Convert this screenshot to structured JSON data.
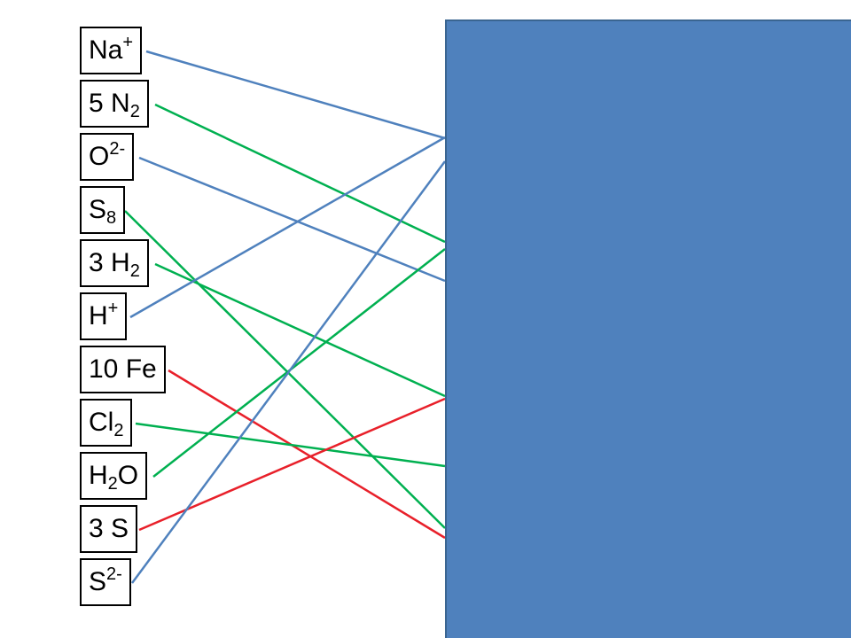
{
  "colors": {
    "blue": "#4f81bd",
    "green": "#00b050",
    "red": "#e8202a",
    "cover_fill": "#4f81bd"
  },
  "terms": [
    {
      "id": "na",
      "parts": [
        {
          "t": "Na"
        },
        {
          "t": "+",
          "s": "sup"
        }
      ]
    },
    {
      "id": "n2",
      "parts": [
        {
          "t": "5 N"
        },
        {
          "t": "2",
          "s": "sub"
        }
      ]
    },
    {
      "id": "o2",
      "parts": [
        {
          "t": "O"
        },
        {
          "t": "2-",
          "s": "sup"
        }
      ]
    },
    {
      "id": "s8",
      "parts": [
        {
          "t": "S"
        },
        {
          "t": "8",
          "s": "sub"
        }
      ]
    },
    {
      "id": "h2",
      "parts": [
        {
          "t": "3 H"
        },
        {
          "t": "2",
          "s": "sub"
        }
      ]
    },
    {
      "id": "h",
      "parts": [
        {
          "t": "H"
        },
        {
          "t": "+",
          "s": "sup"
        }
      ]
    },
    {
      "id": "fe",
      "parts": [
        {
          "t": "10 Fe"
        }
      ]
    },
    {
      "id": "cl2",
      "parts": [
        {
          "t": "Cl"
        },
        {
          "t": "2",
          "s": "sub"
        }
      ]
    },
    {
      "id": "h2o",
      "parts": [
        {
          "t": "H"
        },
        {
          "t": "2",
          "s": "sub"
        },
        {
          "t": "O"
        }
      ]
    },
    {
      "id": "s3",
      "parts": [
        {
          "t": "3 S"
        }
      ]
    },
    {
      "id": "s2",
      "parts": [
        {
          "t": "S"
        },
        {
          "t": "2-",
          "s": "sup"
        }
      ]
    }
  ],
  "connections": [
    {
      "from": "na",
      "color": "blue"
    },
    {
      "from": "n2",
      "color": "green"
    },
    {
      "from": "o2",
      "color": "blue"
    },
    {
      "from": "s8",
      "color": "green"
    },
    {
      "from": "h2",
      "color": "green"
    },
    {
      "from": "h",
      "color": "blue"
    },
    {
      "from": "fe",
      "color": "red"
    },
    {
      "from": "cl2",
      "color": "green"
    },
    {
      "from": "h2o",
      "color": "green"
    },
    {
      "from": "s3",
      "color": "red"
    },
    {
      "from": "s2",
      "color": "blue"
    }
  ]
}
